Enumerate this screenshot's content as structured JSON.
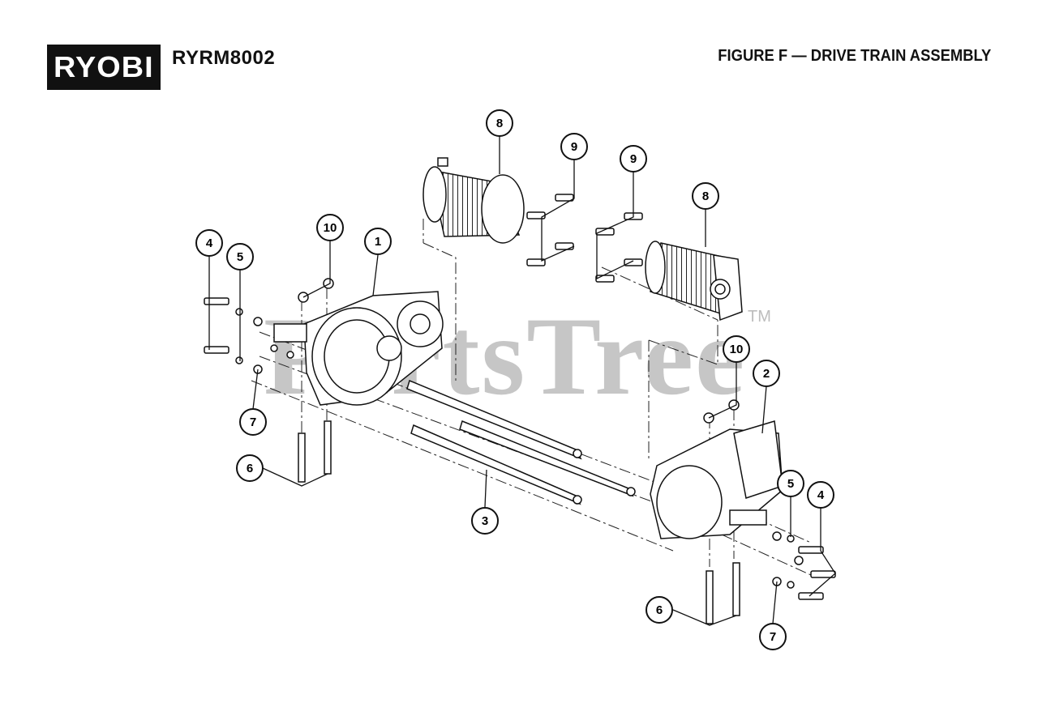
{
  "header": {
    "brand_logo_text": "RYOBI",
    "model": "RYRM8002",
    "figure_title": "FIGURE F — DRIVE TRAIN ASSEMBLY"
  },
  "watermark": {
    "text": "PartsTree",
    "trademark": "TM"
  },
  "callouts": [
    "8",
    "9",
    "9",
    "8",
    "10",
    "1",
    "4",
    "5",
    "7",
    "6",
    "3",
    "10",
    "2",
    "5",
    "4",
    "6",
    "7"
  ],
  "colors": {
    "ink": "#111111",
    "watermark": "#bdbdbd",
    "background": "#ffffff"
  }
}
